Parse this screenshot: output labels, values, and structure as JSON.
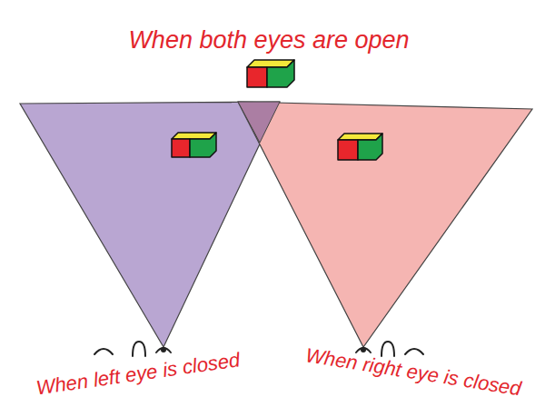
{
  "diagram": {
    "labels": [
      "When both eyes are open",
      "When left eye is closed",
      "When right eye is closed"
    ]
  }
}
